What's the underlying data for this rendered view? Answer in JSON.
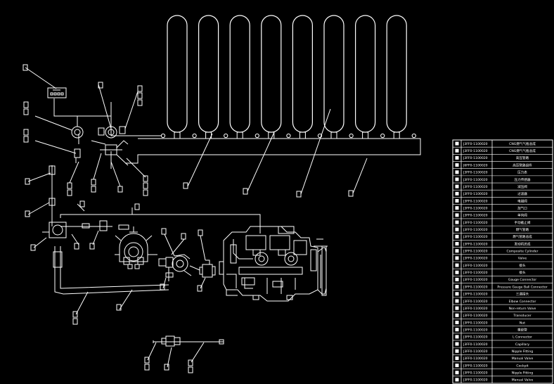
{
  "colors": {
    "background": "#000000",
    "line": "#ffffff",
    "text": "#ffffff"
  },
  "diagram": {
    "cylinder_count": 8
  },
  "bom": {
    "rows": [
      {
        "code": "J3FF0-1100020",
        "desc": "CNG燃气气瓶总成"
      },
      {
        "code": "J3FF0-1100020",
        "desc": "CNG燃气气瓶总成"
      },
      {
        "code": "J3FF0-1100020",
        "desc": "高压管路"
      },
      {
        "code": "J6FF0-1100020",
        "desc": "高压管路组件"
      },
      {
        "code": "J3FF0-1100020",
        "desc": "压力表"
      },
      {
        "code": "J3FF0-1100020",
        "desc": "压力传感器"
      },
      {
        "code": "J3FF0-1100020",
        "desc": "减压阀"
      },
      {
        "code": "J3FF0-1100020",
        "desc": "过滤器"
      },
      {
        "code": "J3FF0-1100020",
        "desc": "电磁阀"
      },
      {
        "code": "J3FF0-1100020",
        "desc": "加气口"
      },
      {
        "code": "J3FF0-1100020",
        "desc": "单向阀"
      },
      {
        "code": "J3FF0-1100020",
        "desc": "手动截止阀"
      },
      {
        "code": "J3FF0-1100020",
        "desc": "燃气管路"
      },
      {
        "code": "J3FF0-1100020",
        "desc": "燃气管路总成"
      },
      {
        "code": "J3FF0-1100020",
        "desc": "发动机总成"
      },
      {
        "code": "J3FF0-1100020",
        "desc": "Composite Cylinder"
      },
      {
        "code": "J3FF0-1100020",
        "desc": "Valve"
      },
      {
        "code": "J3FF0-1100020",
        "desc": "接头"
      },
      {
        "code": "J3FF0-1100020",
        "desc": "接头"
      },
      {
        "code": "J3FF0-1100020",
        "desc": "Gauge Connector"
      },
      {
        "code": "J3FF0-1100020",
        "desc": "Pressure Gauge Ball Connector"
      },
      {
        "code": "J3FF0-1100020",
        "desc": "三通接头"
      },
      {
        "code": "J3FF0-1100020",
        "desc": "Elbow Connector"
      },
      {
        "code": "J3FF0-1100020",
        "desc": "Non-return Valve"
      },
      {
        "code": "J3FF0-1100020",
        "desc": "Transducer"
      },
      {
        "code": "J3FF0-1100020",
        "desc": "Nut"
      },
      {
        "code": "J3FF0-1100020",
        "desc": "橡胶管"
      },
      {
        "code": "J3FF0-1100020",
        "desc": "L Connector"
      },
      {
        "code": "J3FF0-1100020",
        "desc": "Capillary"
      },
      {
        "code": "J3FF0-1100020",
        "desc": "Nipple Fitting"
      },
      {
        "code": "J3FF0-1100020",
        "desc": "Manual Valve"
      },
      {
        "code": "J3FF0-1100020",
        "desc": "Cockpit"
      },
      {
        "code": "J3FF0-1100020",
        "desc": "Nipple Fitting"
      },
      {
        "code": "J3FF0-1100020",
        "desc": "Manual Valve"
      }
    ]
  }
}
